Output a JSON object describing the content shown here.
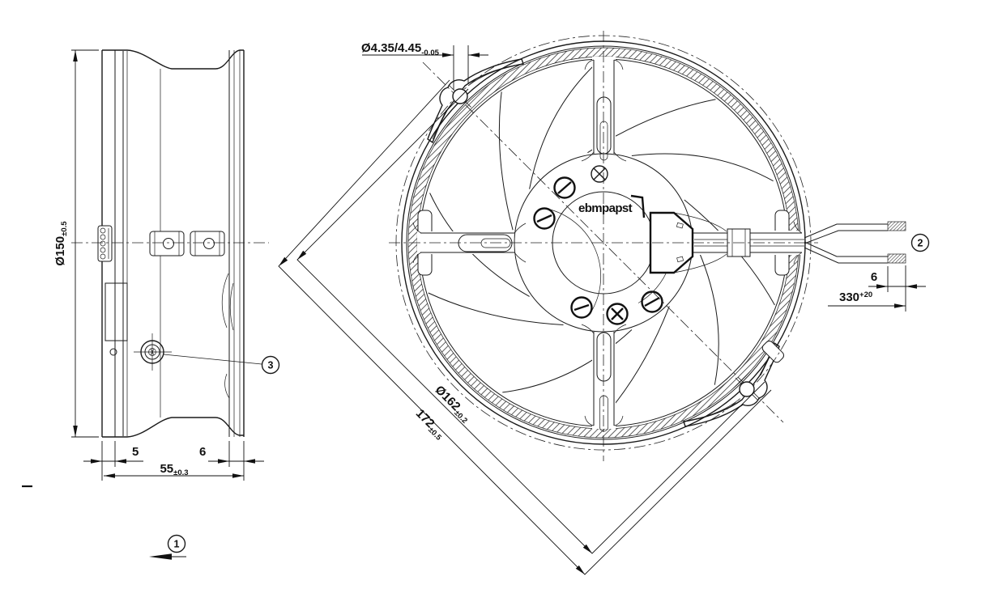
{
  "logo": {
    "text": "ebmpapst"
  },
  "dimensions": {
    "mounting_hole": {
      "main": "Ø4.35/4.45",
      "tol": "-0.05"
    },
    "housing_diameter": {
      "main": "Ø150",
      "tol": "±0.5"
    },
    "front_flange_depth": "5",
    "rear_flange_depth": "6",
    "total_depth": {
      "main": "55",
      "tol": "±0.3"
    },
    "diagonal_inner": {
      "main": "Ø162",
      "tol": "±0.2"
    },
    "diagonal_outer": {
      "main": "172",
      "tol": "±0.5"
    },
    "lead_strip_length": "6",
    "lead_length": {
      "main": "330",
      "tol": "+20"
    }
  },
  "callouts": {
    "airflow": "1",
    "leads": "2",
    "screw": "3"
  }
}
